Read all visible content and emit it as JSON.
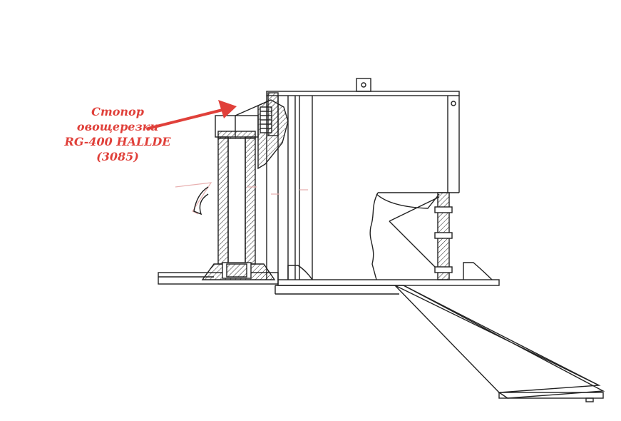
{
  "callout": {
    "lines": [
      "Стопор",
      "овощерезки",
      "RG-400 HALLDE",
      "(3085)"
    ],
    "color": "#e0403a"
  },
  "drawing": {
    "line_color": "#222222",
    "faint_color": "#e8b0b0"
  }
}
